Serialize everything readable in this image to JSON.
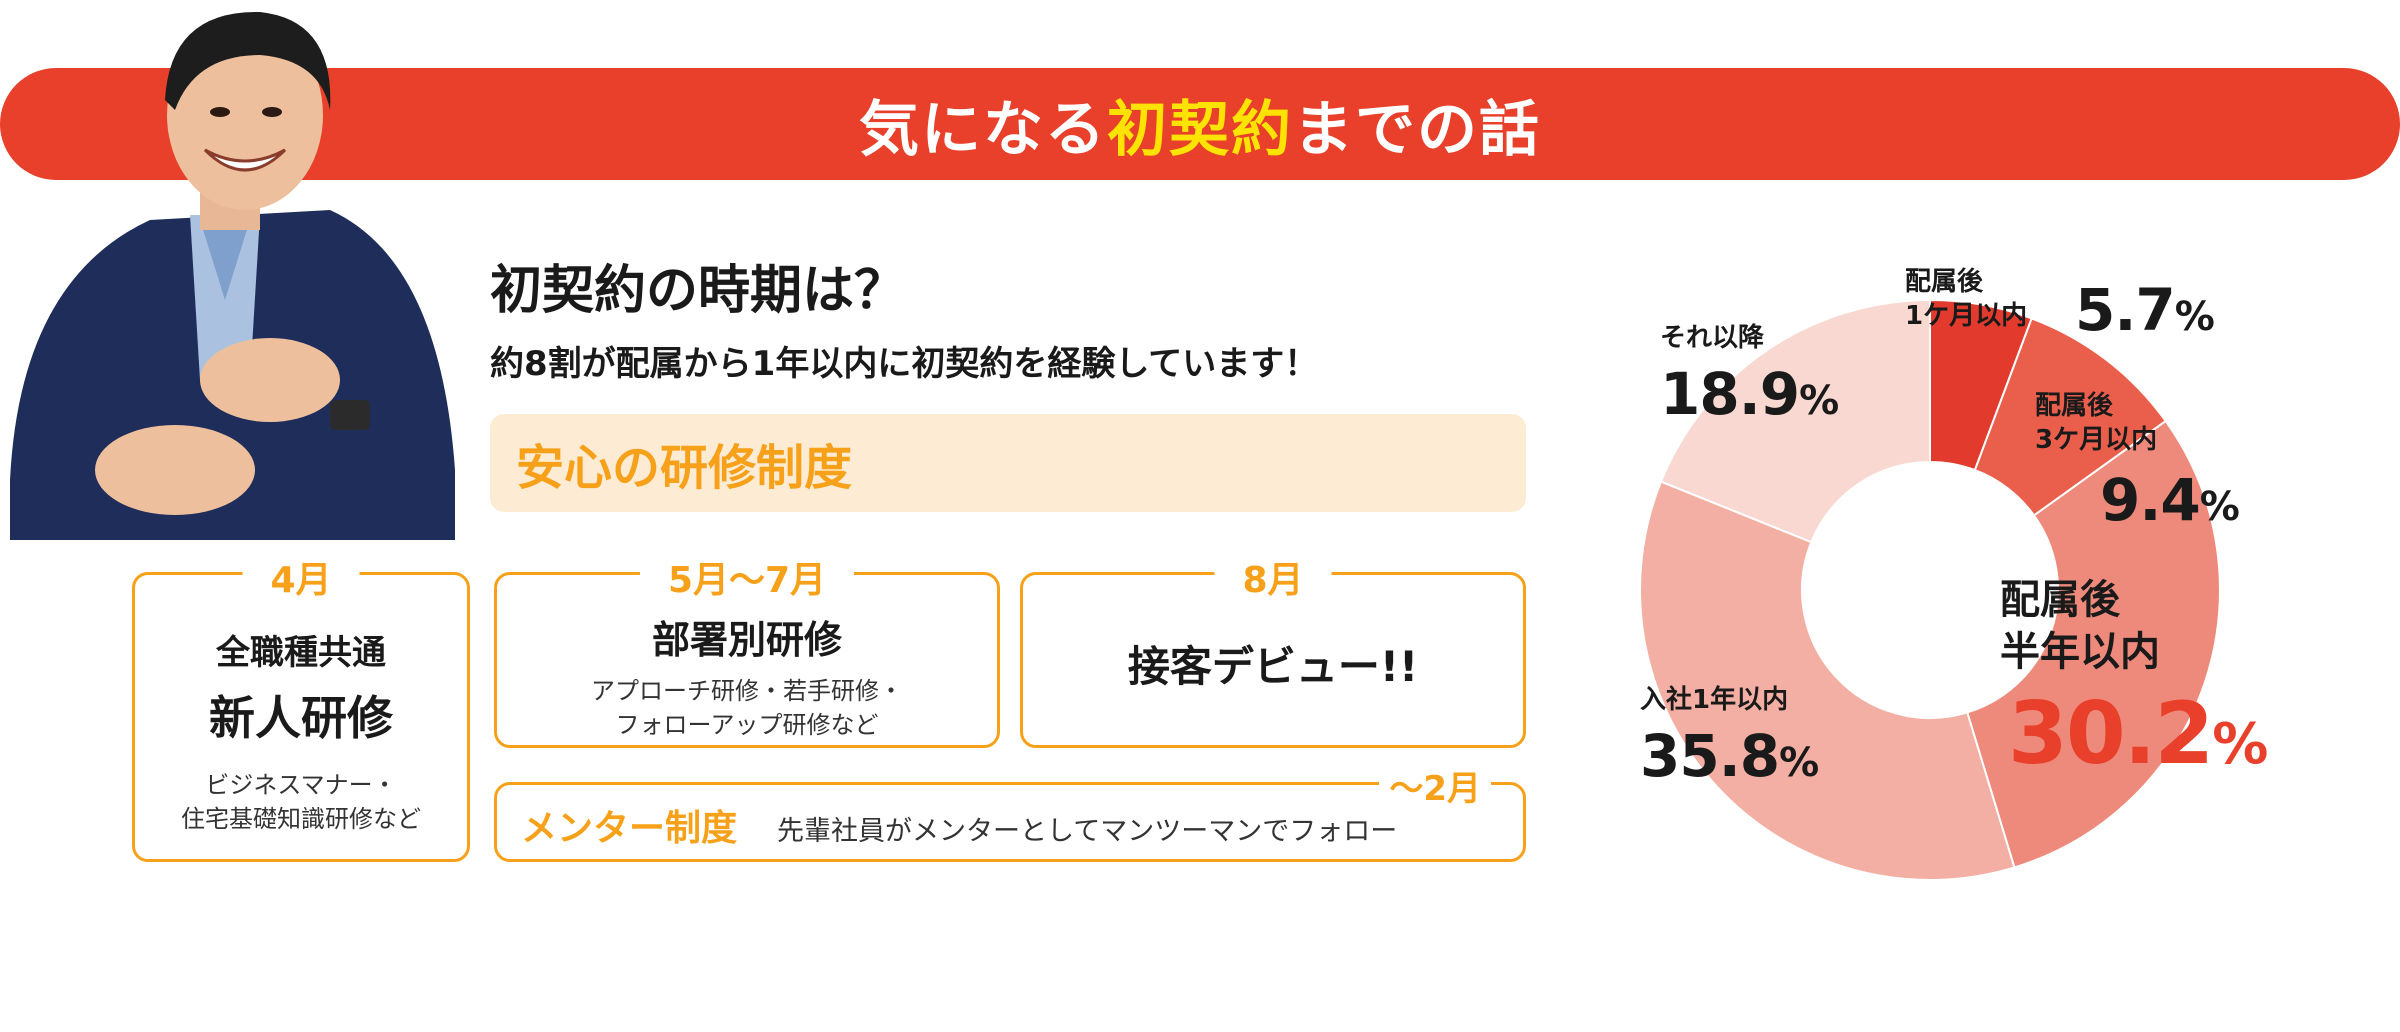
{
  "header": {
    "title_pre": "気になる",
    "title_highlight": "初契約",
    "title_post": "までの話"
  },
  "question": {
    "title": "初契約の時期は？",
    "subtitle": "約8割が配属から1年以内に初契約を経験しています！"
  },
  "training": {
    "heading": "安心の研修制度",
    "steps": [
      {
        "month": "4月",
        "line1": "全職種共通",
        "line2": "新人研修",
        "note1": "ビジネスマナー・",
        "note2": "住宅基礎知識研修など"
      },
      {
        "month": "5月〜7月",
        "line1": "部署別研修",
        "note1": "アプローチ研修・若手研修・",
        "note2": "フォローアップ研修など"
      },
      {
        "month": "8月",
        "line1": "接客デビュー!!"
      }
    ],
    "mentor": {
      "title": "メンター制度",
      "desc": "先輩社員がメンターとしてマンツーマンでフォロー",
      "period": "〜2月"
    }
  },
  "colors": {
    "brand_red": "#e8402a",
    "accent_yellow": "#ffe300",
    "accent_orange": "#f7a11a",
    "band_bg": "#fdebd3"
  },
  "chart_data": {
    "type": "pie",
    "donut": true,
    "slices": [
      {
        "label": "配属後 1ケ月以内",
        "value": 5.7,
        "color": "#e23a2d"
      },
      {
        "label": "配属後 3ケ月以内",
        "value": 9.4,
        "color": "#ea5f4c"
      },
      {
        "label": "配属後 半年以内",
        "value": 30.2,
        "color": "#ee8a7b"
      },
      {
        "label": "入社1年以内",
        "value": 35.8,
        "color": "#f3afa3"
      },
      {
        "label": "それ以降",
        "value": 18.9,
        "color": "#f9d8d1"
      }
    ],
    "labels": {
      "s1a": "配属後",
      "s1b": "1ケ月以内",
      "s1v": "5.7",
      "s2a": "配属後",
      "s2b": "3ケ月以内",
      "s2v": "9.4",
      "s3a": "配属後",
      "s3b": "半年以内",
      "s3v": "30.2",
      "s4a": "入社1年以内",
      "s4v": "35.8",
      "s5a": "それ以降",
      "s5v": "18.9",
      "pct": "%"
    }
  }
}
